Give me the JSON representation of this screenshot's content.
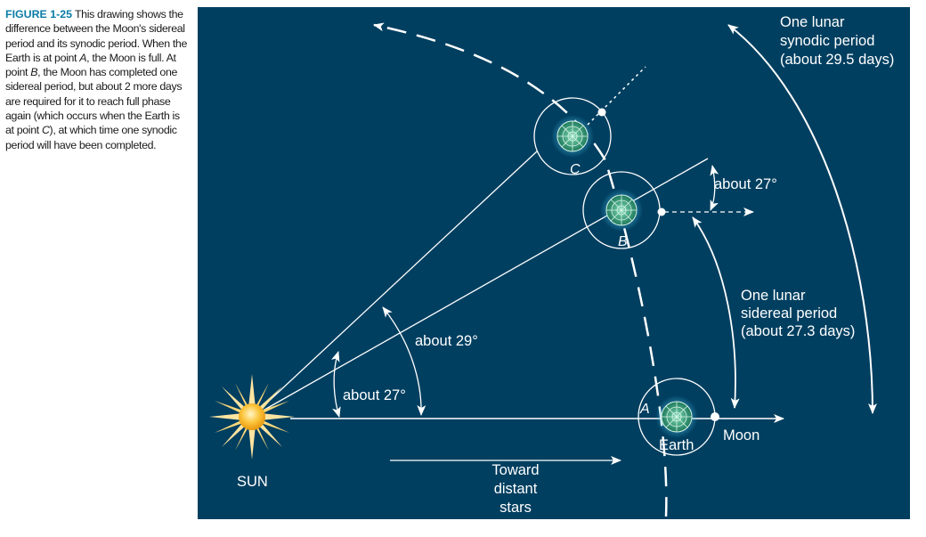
{
  "caption": {
    "figure_label": "FIGURE 1-25",
    "text_1": "This drawing shows the difference between the Moon's sidereal period and its synodic period. When the Earth is at point ",
    "point_a": "A",
    "text_2": ", the Moon is full. At point ",
    "point_b": "B",
    "text_3": ", the Moon has completed one sidereal period, but about 2 more days are required for it to reach full phase again (which occurs when the Earth is at point ",
    "point_c": "C",
    "text_4": "), at which time one synodic period will have been completed."
  },
  "labels": {
    "sun": "SUN",
    "earth": "Earth",
    "moon": "Moon",
    "toward_line1": "Toward",
    "toward_line2": "distant",
    "toward_line3": "stars",
    "angle_small": "about 27°",
    "angle_large": "about 29°",
    "angle_b": "about 27°",
    "sidereal_line1": "One lunar",
    "sidereal_line2": "sidereal period",
    "sidereal_line3": "(about 27.3 days)",
    "synodic_line1": "One lunar",
    "synodic_line2": "synodic period",
    "synodic_line3": "(about 29.5 days)",
    "point_a": "A",
    "point_b": "B",
    "point_c": "C"
  },
  "colors": {
    "background": "#003f60",
    "line": "#ffffff",
    "sun_core": "#f5b21a",
    "sun_rays": "#fde4a0",
    "earth": "#2e8f6b",
    "caption_accent": "#0a7ca6"
  }
}
